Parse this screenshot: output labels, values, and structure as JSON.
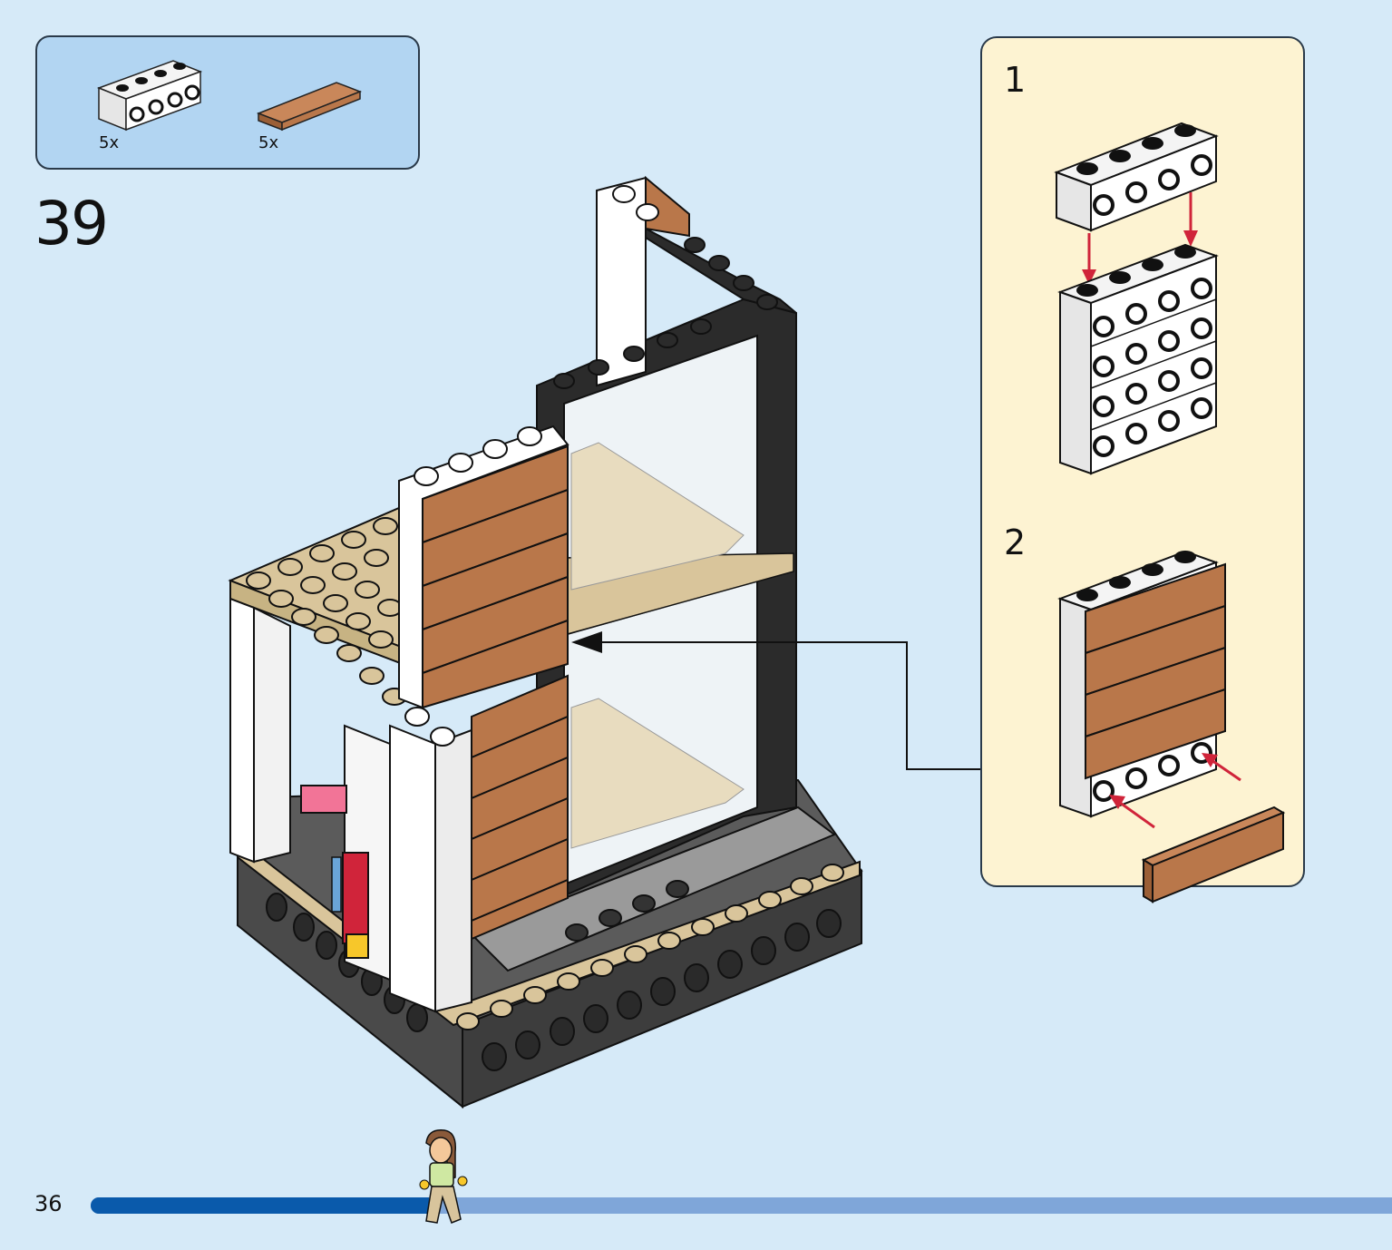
{
  "parts_list": {
    "items": [
      {
        "quantity": "5x",
        "part": "white-brick-1x4-side-studs-icon"
      },
      {
        "quantity": "5x",
        "part": "brown-tile-1x4-icon"
      }
    ]
  },
  "step": {
    "number": "39"
  },
  "sub_assembly": {
    "steps": [
      {
        "number": "1"
      },
      {
        "number": "2"
      }
    ]
  },
  "footer": {
    "page_number": "36",
    "progress": 0.26
  },
  "colors": {
    "background": "#d6eaf8",
    "parts_box": "#b2d5f2",
    "sub_box": "#fdf3d2",
    "brown": "#b9774a",
    "tan": "#d9c59b",
    "dark": "#2b2b2b",
    "progress_fill": "#0a5aab",
    "progress_track": "#7fa6d9",
    "arrow_red": "#d0243a"
  }
}
